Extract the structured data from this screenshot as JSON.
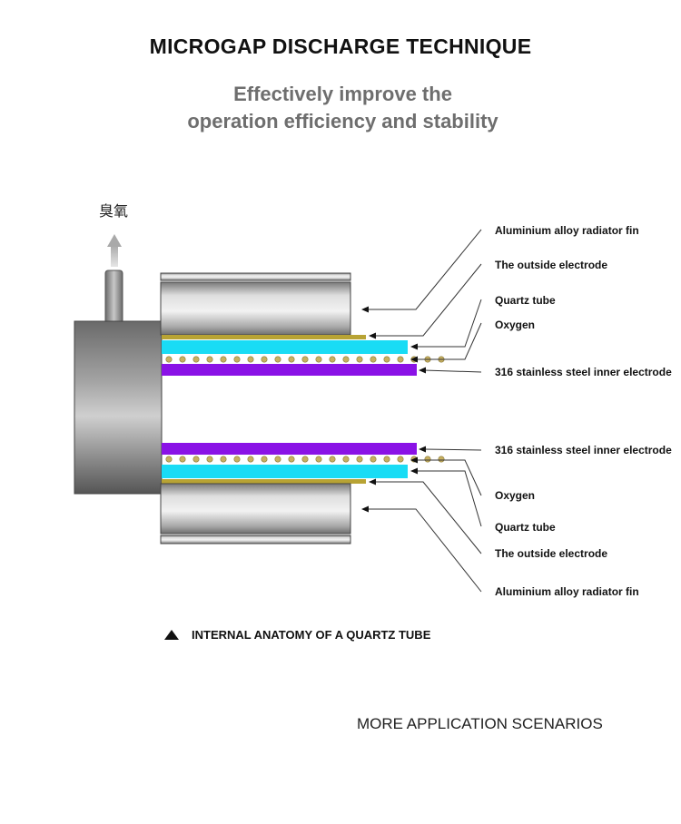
{
  "header": {
    "title": "MICROGAP DISCHARGE TECHNIQUE",
    "subtitle_line1": "Effectively improve the",
    "subtitle_line2": "operation efficiency and stability"
  },
  "diagram": {
    "outlet_label": "臭氧",
    "labels_top": [
      "Aluminium alloy radiator fin",
      "The outside electrode",
      "Quartz tube",
      "Oxygen",
      "316 stainless steel inner electrode"
    ],
    "labels_bottom": [
      "316 stainless steel inner electrode",
      "Oxygen",
      "Quartz tube",
      "The outside electrode",
      "Aluminium alloy radiator fin"
    ],
    "colors": {
      "quartz": "#19dcf5",
      "inner_electrode": "#8a12e6",
      "outside_electrode": "#b8a334",
      "oxygen_dot": "#c8b060",
      "metal": "#9a9a9a"
    }
  },
  "caption": "INTERNAL ANATOMY OF A QUARTZ TUBE",
  "footer": {
    "more_link": "MORE APPLICATION SCENARIOS"
  }
}
